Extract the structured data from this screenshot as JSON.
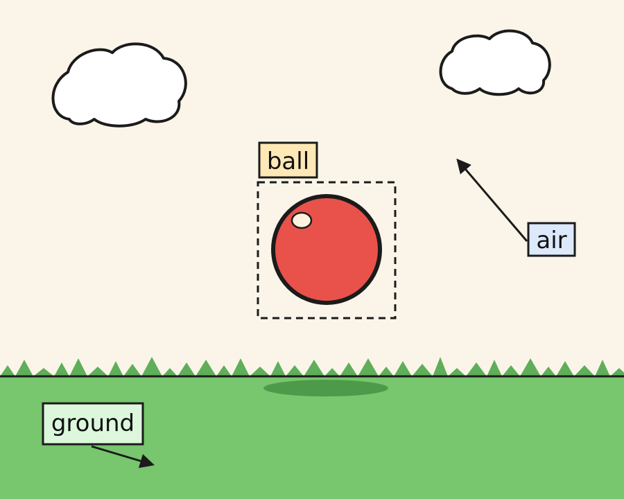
{
  "labels": {
    "ball": "ball",
    "air": "air",
    "ground": "ground"
  },
  "colors": {
    "sky": "#faf5e8",
    "ground": "#78c66e",
    "grass": "#5fae59",
    "shadow": "#4e9a4b",
    "ball": "#e8524a",
    "outline": "#1b1b1b",
    "ball_label_bg": "#fde8b6",
    "air_label_bg": "#dce9fb",
    "ground_label_bg": "#dcf7dc",
    "cloud": "#ffffff"
  }
}
